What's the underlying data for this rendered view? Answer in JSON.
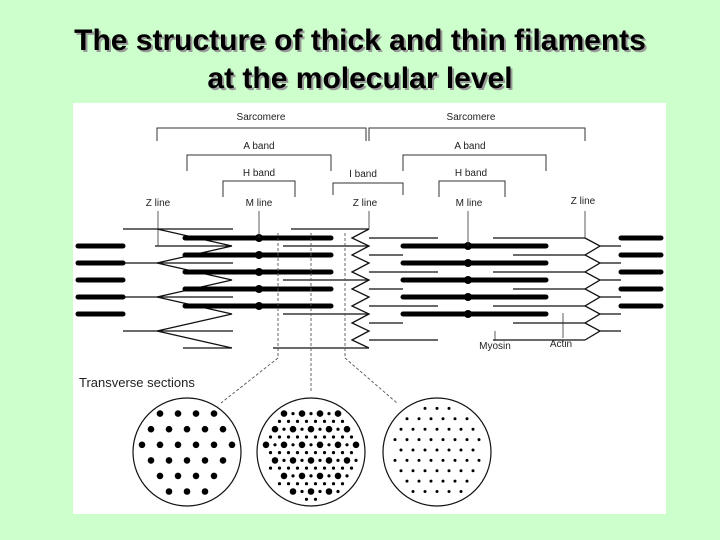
{
  "slide": {
    "title_line1": "The structure of thick and thin filaments",
    "title_line2": "at the molecular level"
  },
  "diagram": {
    "labels": {
      "sarcomere_left": "Sarcomere",
      "sarcomere_right": "Sarcomere",
      "a_band_left": "A band",
      "a_band_right": "A band",
      "i_band": "I band",
      "h_band_left": "H band",
      "h_band_right": "H band",
      "z_line_left": "Z line",
      "z_line_mid": "Z line",
      "z_line_right": "Z line",
      "m_line_left": "M line",
      "m_line_right": "M line",
      "myosin": "Myosin",
      "actin": "Actin",
      "transverse_sections": "Transverse sections"
    }
  }
}
